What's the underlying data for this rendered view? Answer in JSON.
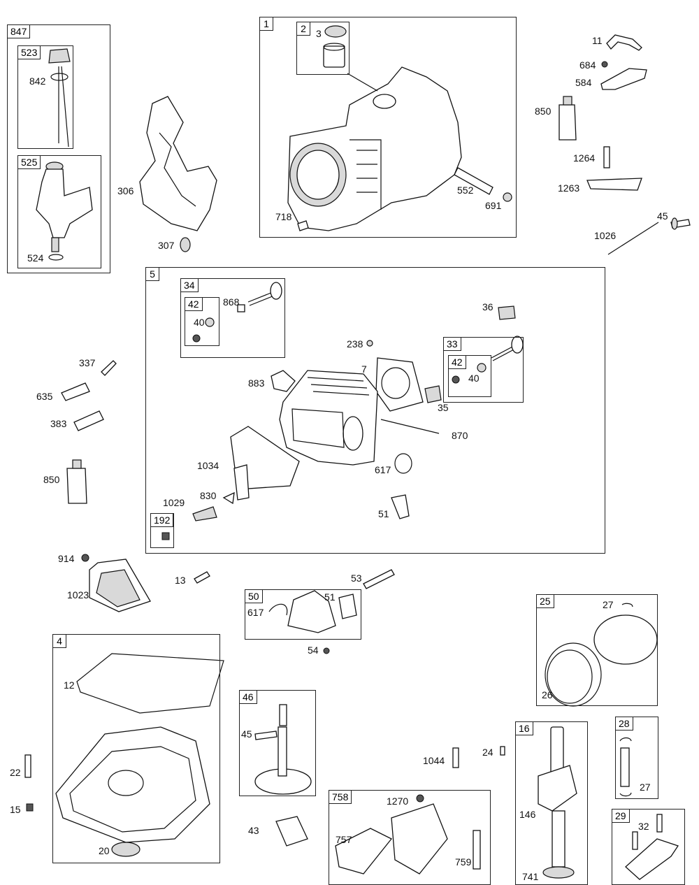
{
  "boxes": {
    "b847": "847",
    "b523": "523",
    "b525": "525",
    "b1": "1",
    "b2": "2",
    "b5": "5",
    "b34": "34",
    "b42a": "42",
    "b33": "33",
    "b42b": "42",
    "b192": "192",
    "b50": "50",
    "b25": "25",
    "b4": "4",
    "b46": "46",
    "b16": "16",
    "b28": "28",
    "b758": "758",
    "b29": "29"
  },
  "labels": {
    "l842": "842",
    "l524": "524",
    "l3": "3",
    "l306": "306",
    "l307": "307",
    "l718": "718",
    "l552": "552",
    "l691": "691",
    "l11": "11",
    "l684": "684",
    "l584": "584",
    "l850a": "850",
    "l1264": "1264",
    "l1263": "1263",
    "l45a": "45",
    "l1026": "1026",
    "l868": "868",
    "l40a": "40",
    "l36": "36",
    "l238": "238",
    "l7": "7",
    "l40b": "40",
    "l883": "883",
    "l35": "35",
    "l870": "870",
    "l617a": "617",
    "l1034": "1034",
    "l830": "830",
    "l1029": "1029",
    "l51a": "51",
    "l337": "337",
    "l635": "635",
    "l383": "383",
    "l850b": "850",
    "l914": "914",
    "l13": "13",
    "l1023": "1023",
    "l53": "53",
    "l617b": "617",
    "l51b": "51",
    "l54": "54",
    "l27a": "27",
    "l26": "26",
    "l12": "12",
    "l45b": "45",
    "l22": "22",
    "l15": "15",
    "l20": "20",
    "l43": "43",
    "l1044": "1044",
    "l24": "24",
    "l146": "146",
    "l27b": "27",
    "l32": "32",
    "l1270": "1270",
    "l757": "757",
    "l759": "759",
    "l741": "741"
  }
}
